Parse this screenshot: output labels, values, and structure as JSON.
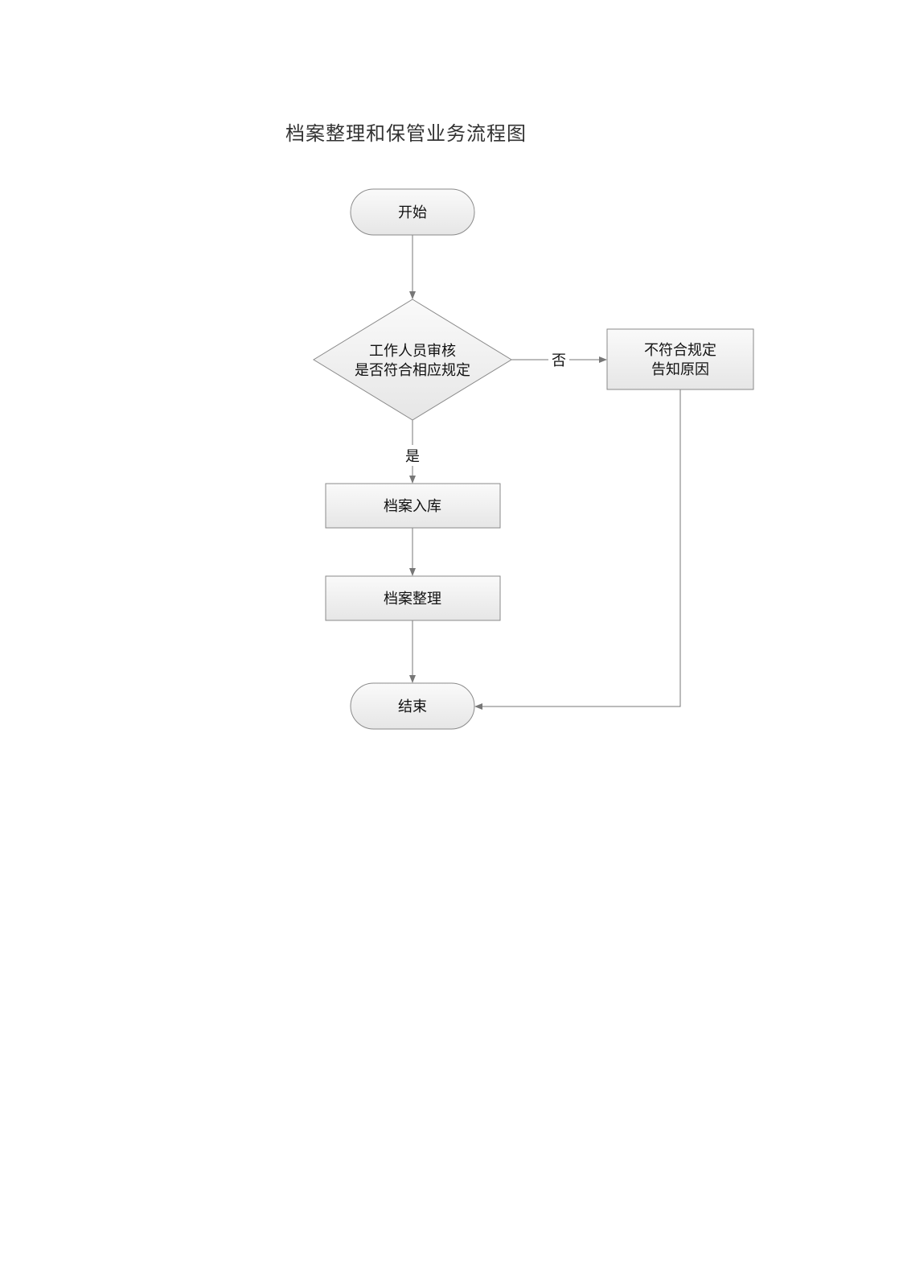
{
  "title": "档案整理和保管业务流程图",
  "nodes": {
    "start": "开始",
    "decision_line1": "工作人员审核",
    "decision_line2": "是否符合相应规定",
    "reject_line1": "不符合规定",
    "reject_line2": "告知原因",
    "archive_in": "档案入库",
    "archive_sort": "档案整理",
    "end": "结束"
  },
  "edges": {
    "yes": "是",
    "no": "否"
  }
}
